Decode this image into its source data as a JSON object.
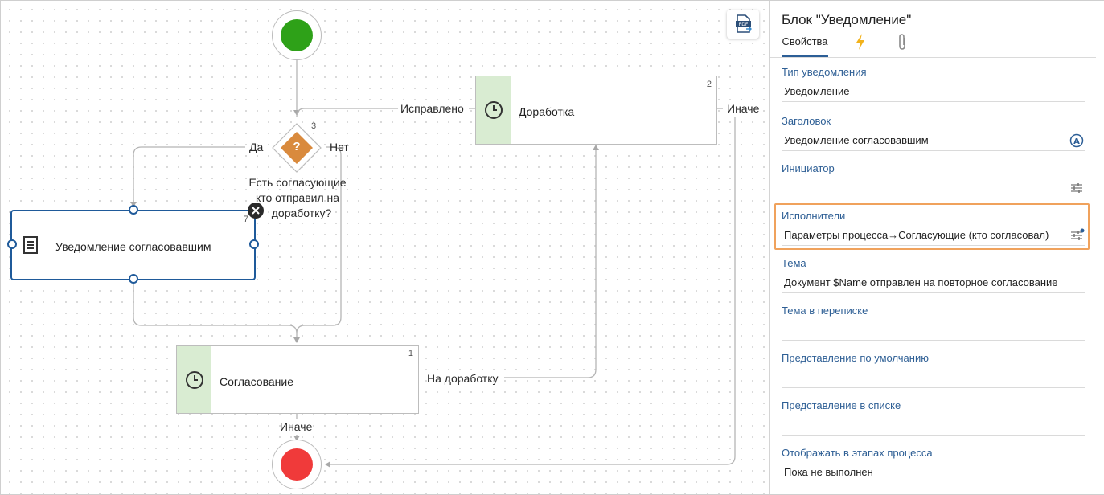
{
  "canvas": {
    "nodes": {
      "start": {
        "color": "#2ea118"
      },
      "end": {
        "color": "#f03a3a"
      },
      "decision": {
        "number": "3",
        "text": [
          "Есть согласующие",
          "кто отправил на",
          "доработку?"
        ],
        "color": "#d98a3d",
        "symbol": "?"
      },
      "task_rework": {
        "number": "2",
        "name": "Доработка",
        "icon": "clock-icon"
      },
      "task_notify": {
        "number": "7",
        "name": "Уведомление согласовавшим",
        "icon": "document-list-icon"
      },
      "task_approval": {
        "number": "1",
        "name": "Согласование",
        "icon": "clock-icon"
      }
    },
    "edge_labels": {
      "fixed": "Исправлено",
      "yes": "Да",
      "no": "Нет",
      "otherwise_top": "Иначе",
      "to_rework": "На доработку",
      "otherwise_bottom": "Иначе"
    },
    "toolbar": {
      "pdf_icon": "pdf-export-icon",
      "delete_icon": "close-icon"
    }
  },
  "panel": {
    "title": "Блок \"Уведомление\"",
    "tabs": [
      {
        "label": "Свойства",
        "active": true
      },
      {
        "icon": "lightning-icon"
      },
      {
        "icon": "paperclip-icon"
      }
    ],
    "fields": [
      {
        "label": "Тип уведомления",
        "value": "Уведомление"
      },
      {
        "label": "Заголовок",
        "value": "Уведомление согласовавшим",
        "icon": "auto-text-icon"
      },
      {
        "label": "Инициатор",
        "value": "",
        "icon": "settings-sliders-icon"
      },
      {
        "label": "Исполнители",
        "value": "Параметры процесса→Согласующие (кто согласовал)",
        "icon": "settings-sliders-icon",
        "highlighted": true
      },
      {
        "label": "Тема",
        "value": "Документ $Name отправлен на повторное согласование"
      },
      {
        "label": "Тема в переписке",
        "value": ""
      },
      {
        "label": "Представление по умолчанию",
        "value": ""
      },
      {
        "label": "Представление в списке",
        "value": ""
      },
      {
        "label": "Отображать в этапах процесса",
        "value": "Пока не выполнен"
      }
    ],
    "colors": {
      "label": "#2e5f95",
      "highlight": "#f0a25c",
      "tab_active": "#2c5e96"
    }
  }
}
